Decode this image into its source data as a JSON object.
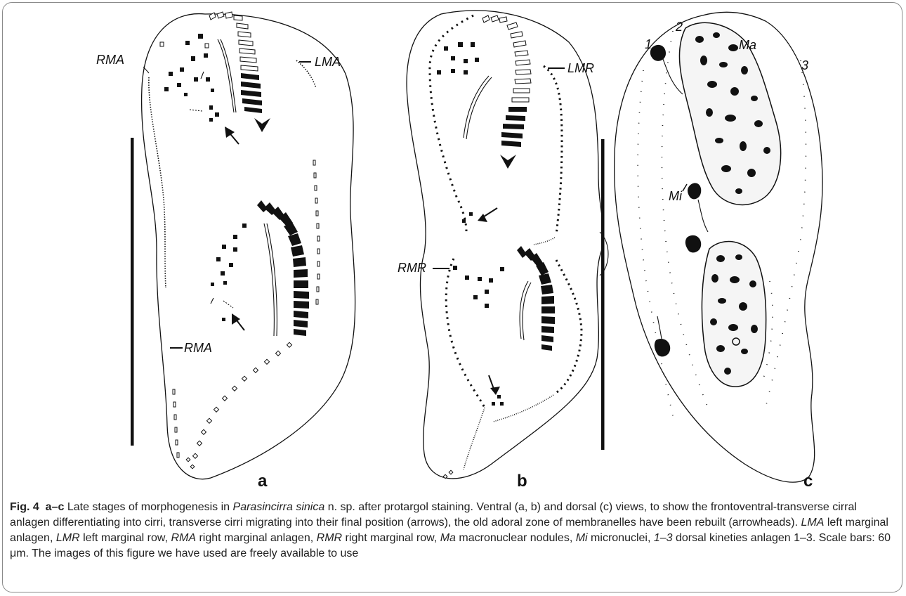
{
  "figure": {
    "panels": {
      "a": {
        "letter": "a",
        "labels": {
          "rma_top": "RMA",
          "lma": "LMA",
          "rma_bottom": "RMA"
        }
      },
      "b": {
        "letter": "b",
        "labels": {
          "lmr": "LMR",
          "rmr": "RMR"
        }
      },
      "c": {
        "letter": "c",
        "labels": {
          "k1": "1",
          "k2": "2",
          "k3": "3",
          "ma": "Ma",
          "mi": "Mi"
        }
      }
    }
  },
  "caption": {
    "fig_label": "Fig. 4",
    "panel_range": "a–c",
    "part1": " Late stages of morphogenesis in ",
    "species": "Parasincirra sinica",
    "part2": " n. sp. after protargol staining. Ventral (a, b) and dorsal (c) views, to show the frontoventral-transverse cirral anlagen differentiating into cirri, transverse cirri migrating into their final position (arrows), the old adoral zone of membranelles have been rebuilt (arrowheads). ",
    "abbr_lma": "LMA",
    "def_lma": " left marginal anlagen, ",
    "abbr_lmr": "LMR",
    "def_lmr": " left marginal row, ",
    "abbr_rma": "RMA",
    "def_rma": " right marginal anlagen, ",
    "abbr_rmr": "RMR",
    "def_rmr": " right marginal row, ",
    "abbr_ma": "Ma",
    "def_ma": " macronuclear nodules, ",
    "abbr_mi": "Mi",
    "def_mi": " micronuclei, ",
    "abbr_dk": "1–3",
    "def_dk": " dorsal kineties anlagen 1–3. Scale bars: 60 μm. The images of this figure we have used are freely available to use"
  }
}
